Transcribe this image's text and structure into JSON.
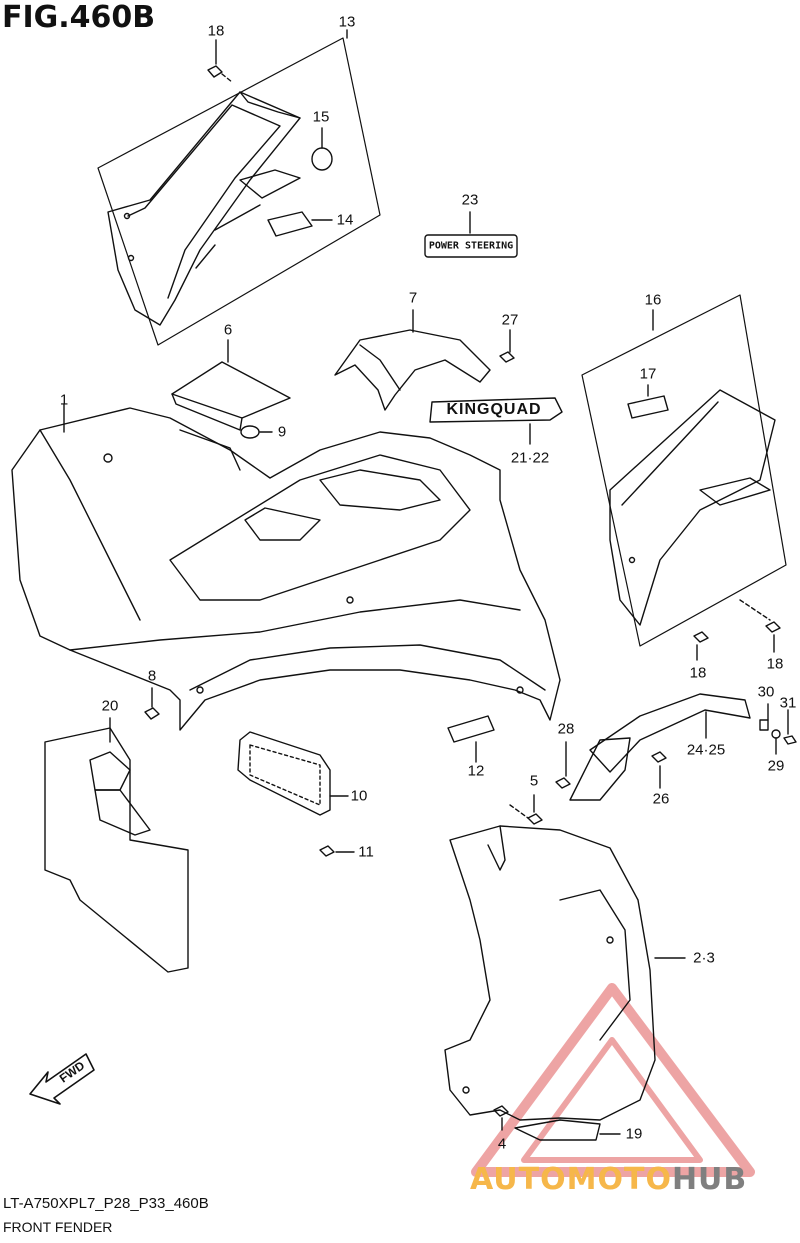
{
  "figure": {
    "title": "FIG.460B",
    "code": "LT-A750XPL7_P28_P33_460B",
    "name": "FRONT FENDER"
  },
  "callouts": {
    "c1": "1",
    "c2_3": "2·3",
    "c4": "4",
    "c5": "5",
    "c6": "6",
    "c7": "7",
    "c8": "8",
    "c9": "9",
    "c10": "10",
    "c11": "11",
    "c12": "12",
    "c13": "13",
    "c14": "14",
    "c15": "15",
    "c16": "16",
    "c17": "17",
    "c18a": "18",
    "c18b": "18",
    "c18c": "18",
    "c19": "19",
    "c20": "20",
    "c21_22": "21·22",
    "c23": "23",
    "c24_25": "24·25",
    "c26": "26",
    "c27": "27",
    "c28": "28",
    "c29": "29",
    "c30": "30",
    "c31": "31"
  },
  "decals": {
    "power_steering": "POWER STEERING",
    "kingquad": "KINGQUAD"
  },
  "fwd_arrow": "FWD",
  "watermark": {
    "part1": "AUTOMOTO",
    "part2": "HUB",
    "color_primary": "#f6b74a",
    "color_secondary": "#7f7f7f",
    "triangle_color": "#e05a5a"
  },
  "colors": {
    "line": "#111111",
    "background": "#ffffff"
  }
}
